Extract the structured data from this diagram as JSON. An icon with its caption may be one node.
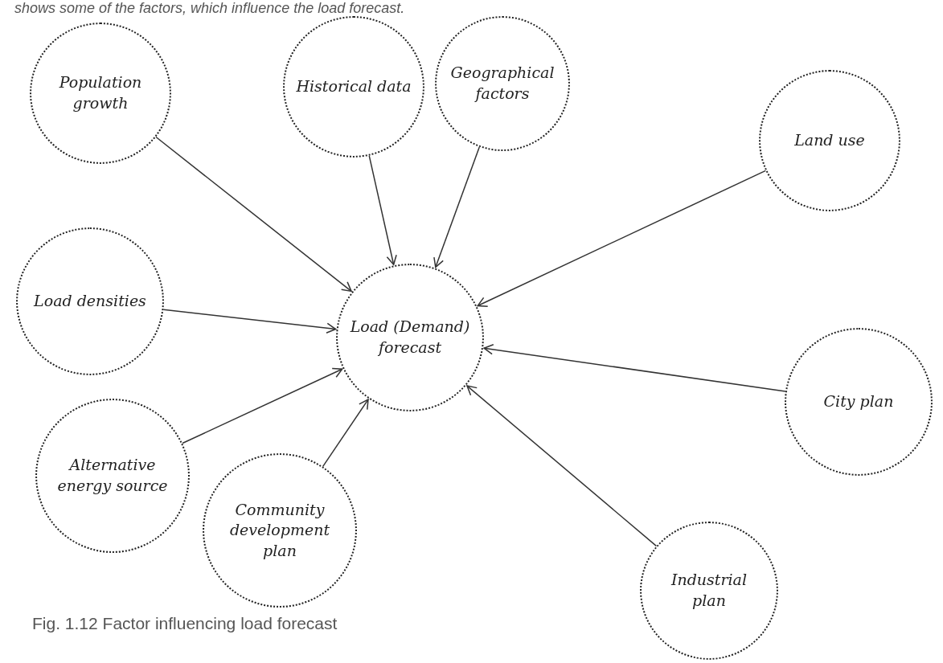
{
  "diagram": {
    "caption": "Fig. 1.12 Factor influencing load forecast",
    "nodes": [
      {
        "text": [
          "Population growth"
        ]
      },
      {
        "text": [
          "Historical data"
        ]
      },
      {
        "text": [
          "Geographical factors"
        ]
      },
      {
        "text": [
          "Land use"
        ]
      },
      {
        "text": [
          "Load densities"
        ]
      },
      {
        "text": [
          "Load (Demand) forecast"
        ]
      },
      {
        "text": [
          "City plan"
        ]
      },
      {
        "text": [
          "Alternative energy source"
        ]
      },
      {
        "text": [
          "Community development plan"
        ]
      },
      {
        "text": [
          "Industrial plan"
        ]
      }
    ],
    "edges": [
      {
        "from": 0,
        "to": 5,
        "arrow": "to"
      },
      {
        "from": 1,
        "to": 5,
        "arrow": "to"
      },
      {
        "from": 2,
        "to": 5,
        "arrow": "to"
      },
      {
        "from": 3,
        "to": 5,
        "arrow": "to"
      },
      {
        "from": 4,
        "to": 5,
        "arrow": "to"
      },
      {
        "from": 6,
        "to": 5,
        "arrow": "to"
      },
      {
        "from": 7,
        "to": 5,
        "arrow": "to"
      },
      {
        "from": 8,
        "to": 5,
        "arrow": "to"
      },
      {
        "from": 9,
        "to": 5,
        "arrow": "to"
      }
    ],
    "labels": [
      "shows some of the factors, which influence the load forecast."
    ]
  }
}
